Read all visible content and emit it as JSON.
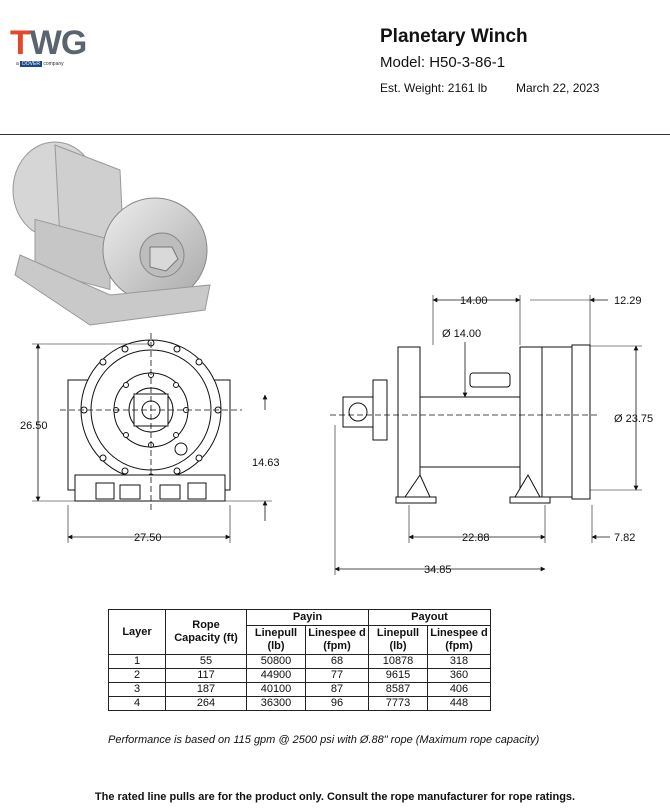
{
  "logo": {
    "text_t": "T",
    "text_wg": "WG",
    "sub_prefix": "a",
    "sub_brand": "DOVER",
    "sub_suffix": "company"
  },
  "header": {
    "title": "Planetary Winch",
    "model": "Model: H50-3-86-1",
    "weight": "Est. Weight: 2161 lb",
    "date": "March 22, 2023"
  },
  "dimensions": {
    "height": "26.50",
    "center_height": "14.63",
    "width": "27.50",
    "top_span": "14.00",
    "side_span": "12.29",
    "drum_dia": "Ø 14.00",
    "flange_dia": "Ø 23.75",
    "drum_length": "22.88",
    "motor_offset": "7.82",
    "overall_length": "34.85"
  },
  "table": {
    "headers": {
      "layer": "Layer",
      "rope_capacity": "Rope Capacity (ft)",
      "payin": "Payin",
      "payout": "Payout",
      "linepull_in": "Linepull (lb)",
      "linespeed_in": "Linespee d (fpm)",
      "linepull_out": "Linepull (lb)",
      "linespeed_out": "Linespee d (fpm)"
    },
    "rows": [
      {
        "layer": "1",
        "capacity": "55",
        "pull_in": "50800",
        "speed_in": "68",
        "pull_out": "10878",
        "speed_out": "318"
      },
      {
        "layer": "2",
        "capacity": "117",
        "pull_in": "44900",
        "speed_in": "77",
        "pull_out": "9615",
        "speed_out": "360"
      },
      {
        "layer": "3",
        "capacity": "187",
        "pull_in": "40100",
        "speed_in": "87",
        "pull_out": "8587",
        "speed_out": "406"
      },
      {
        "layer": "4",
        "capacity": "264",
        "pull_in": "36300",
        "speed_in": "96",
        "pull_out": "7773",
        "speed_out": "448"
      }
    ]
  },
  "note": "Performance is based on 115 gpm @ 2500 psi with Ø.88\" rope (Maximum rope capacity)",
  "footer": "The rated line pulls are for the product only. Consult the rope manufacturer for rope ratings."
}
